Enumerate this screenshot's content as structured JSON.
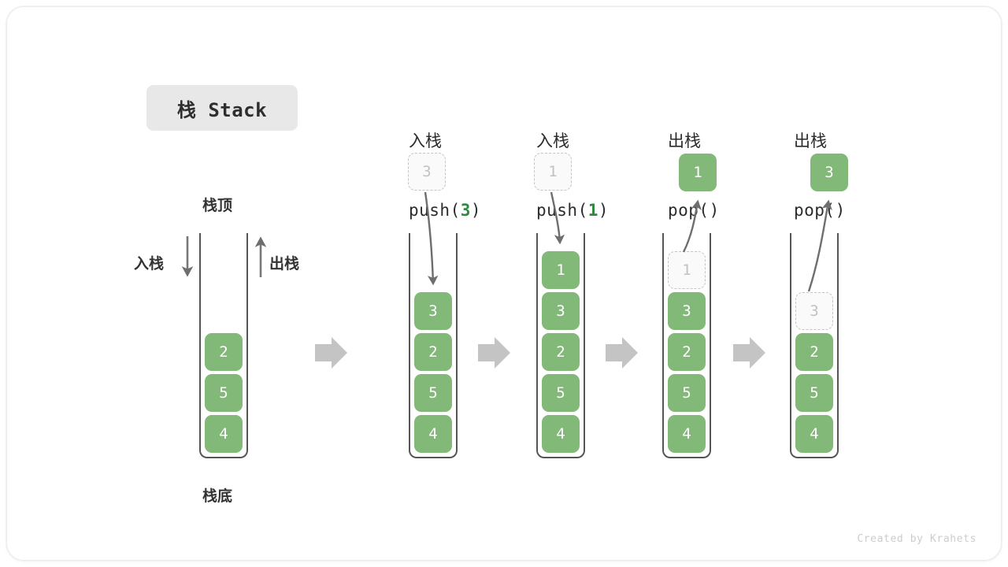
{
  "title": {
    "badge_text": "栈 Stack"
  },
  "colors": {
    "element_green": "#82b878",
    "ghost_border": "#c4c4c4",
    "ghost_text": "#c2c2c2",
    "arrow_gray": "#6e6e6e",
    "step_arrow_gray": "#c4c4c4",
    "container_stroke": "#555555",
    "badge_bg": "#e8e8e8",
    "code_arg_green": "#2f8a3f",
    "label_dark": "#333333",
    "footer_gray": "#cccccc",
    "card_bg": "#ffffff"
  },
  "annotations": {
    "top_label": "栈顶",
    "bottom_label": "栈底",
    "push_arrow_label": "入栈",
    "pop_arrow_label": "出栈"
  },
  "steps": [
    {
      "id": "initial",
      "header_cn": "",
      "header_code": "",
      "header_arg": "",
      "cells": [
        {
          "value": "2",
          "style": "solid"
        },
        {
          "value": "5",
          "style": "solid"
        },
        {
          "value": "4",
          "style": "solid"
        }
      ],
      "floating": null
    },
    {
      "id": "push-3",
      "header_cn": "入栈",
      "header_code_prefix": "push(",
      "header_arg": "3",
      "header_code_suffix": ")",
      "cells": [
        {
          "value": "3",
          "style": "solid"
        },
        {
          "value": "2",
          "style": "solid"
        },
        {
          "value": "5",
          "style": "solid"
        },
        {
          "value": "4",
          "style": "solid"
        }
      ],
      "floating": {
        "value": "3",
        "style": "ghost"
      }
    },
    {
      "id": "push-1",
      "header_cn": "入栈",
      "header_code_prefix": "push(",
      "header_arg": "1",
      "header_code_suffix": ")",
      "cells": [
        {
          "value": "1",
          "style": "solid"
        },
        {
          "value": "3",
          "style": "solid"
        },
        {
          "value": "2",
          "style": "solid"
        },
        {
          "value": "5",
          "style": "solid"
        },
        {
          "value": "4",
          "style": "solid"
        }
      ],
      "floating": {
        "value": "1",
        "style": "ghost"
      }
    },
    {
      "id": "pop-1",
      "header_cn": "出栈",
      "header_code_prefix": "pop(",
      "header_arg": "",
      "header_code_suffix": ")",
      "cells": [
        {
          "value": "1",
          "style": "ghost"
        },
        {
          "value": "3",
          "style": "solid"
        },
        {
          "value": "2",
          "style": "solid"
        },
        {
          "value": "5",
          "style": "solid"
        },
        {
          "value": "4",
          "style": "solid"
        }
      ],
      "floating": {
        "value": "1",
        "style": "solid"
      }
    },
    {
      "id": "pop-2",
      "header_cn": "出栈",
      "header_code_prefix": "pop(",
      "header_arg": "",
      "header_code_suffix": ")",
      "cells": [
        {
          "value": "3",
          "style": "ghost"
        },
        {
          "value": "2",
          "style": "solid"
        },
        {
          "value": "5",
          "style": "solid"
        },
        {
          "value": "4",
          "style": "solid"
        }
      ],
      "floating": {
        "value": "3",
        "style": "solid"
      }
    }
  ],
  "footer": {
    "credit": "Created by Krahets"
  }
}
